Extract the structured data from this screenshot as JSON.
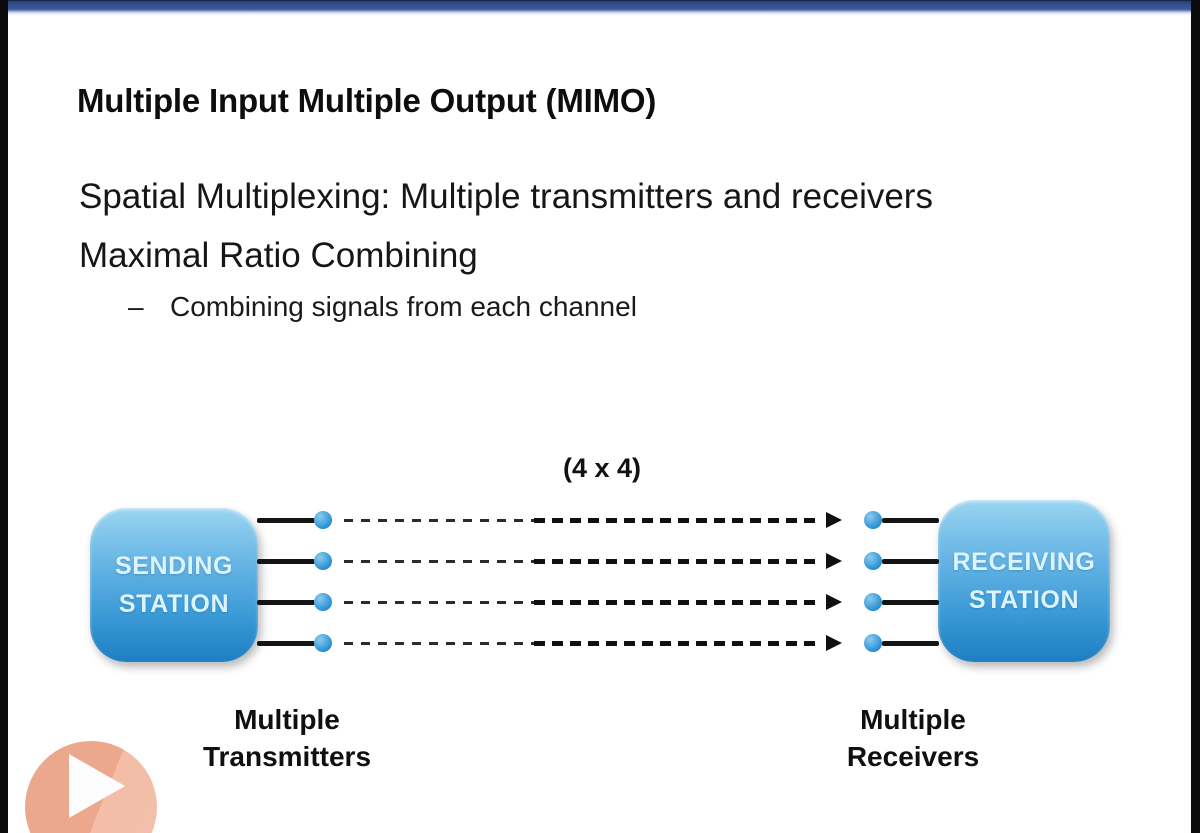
{
  "slide": {
    "title": "Multiple Input Multiple Output (MIMO)",
    "body": {
      "line1": "Spatial Multiplexing: Multiple transmitters and receivers",
      "line2": "Maximal Ratio Combining",
      "bullet_marker": "–",
      "bullet_text": "Combining signals from each channel"
    }
  },
  "diagram": {
    "config_label": "(4 x 4)",
    "stream_count": 4,
    "sending_station": {
      "line1": "SENDING",
      "line2": "STATION"
    },
    "receiving_station": {
      "line1": "RECEIVING",
      "line2": "STATION"
    },
    "transmitters_caption": {
      "line1": "Multiple",
      "line2": "Transmitters"
    },
    "receivers_caption": {
      "line1": "Multiple",
      "line2": "Receivers"
    }
  },
  "player": {
    "play_icon": "play"
  },
  "colors": {
    "header_bar_navy": "#3a5492",
    "station_gradient_top": "#9ad5f1",
    "station_gradient_bottom": "#1d7fc2",
    "station_text": "#dcf4ff",
    "signal_line": "#141414",
    "antenna_dot": "#2a8fd4",
    "play_button": "#eca88c"
  }
}
